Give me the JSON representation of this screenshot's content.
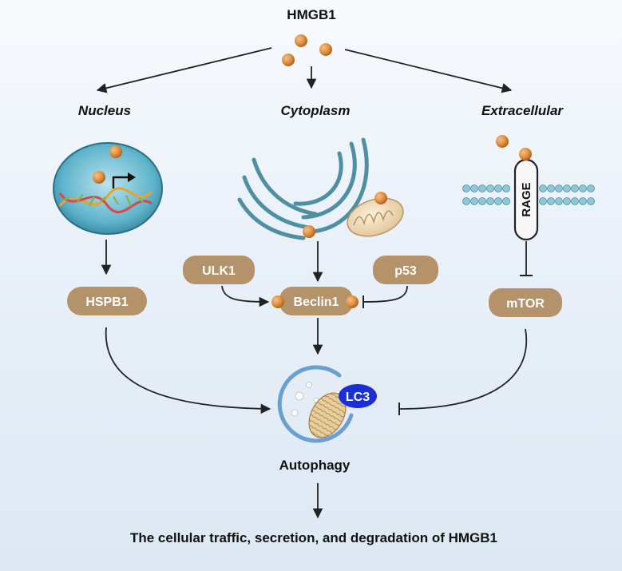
{
  "title": "HMGB1",
  "compartments": {
    "nucleus": "Nucleus",
    "cytoplasm": "Cytoplasm",
    "extracellular": "Extracellular"
  },
  "proteins": {
    "hspb1": "HSPB1",
    "ulk1": "ULK1",
    "beclin1": "Beclin1",
    "p53": "p53",
    "mtor": "mTOR",
    "rage": "RAGE",
    "lc3": "LC3"
  },
  "process": "Autophagy",
  "outcome": "The cellular traffic, secretion, and degradation of HMGB1",
  "colors": {
    "pill": "#b4926a",
    "hmgb1_ball": "#e0903f",
    "lc3": "#1a2fd6",
    "nucleus": "#3d9bb3",
    "er": "#4e8fa3",
    "membrane": "#8fc7d6",
    "autophagosome": "#6a9fd0"
  }
}
